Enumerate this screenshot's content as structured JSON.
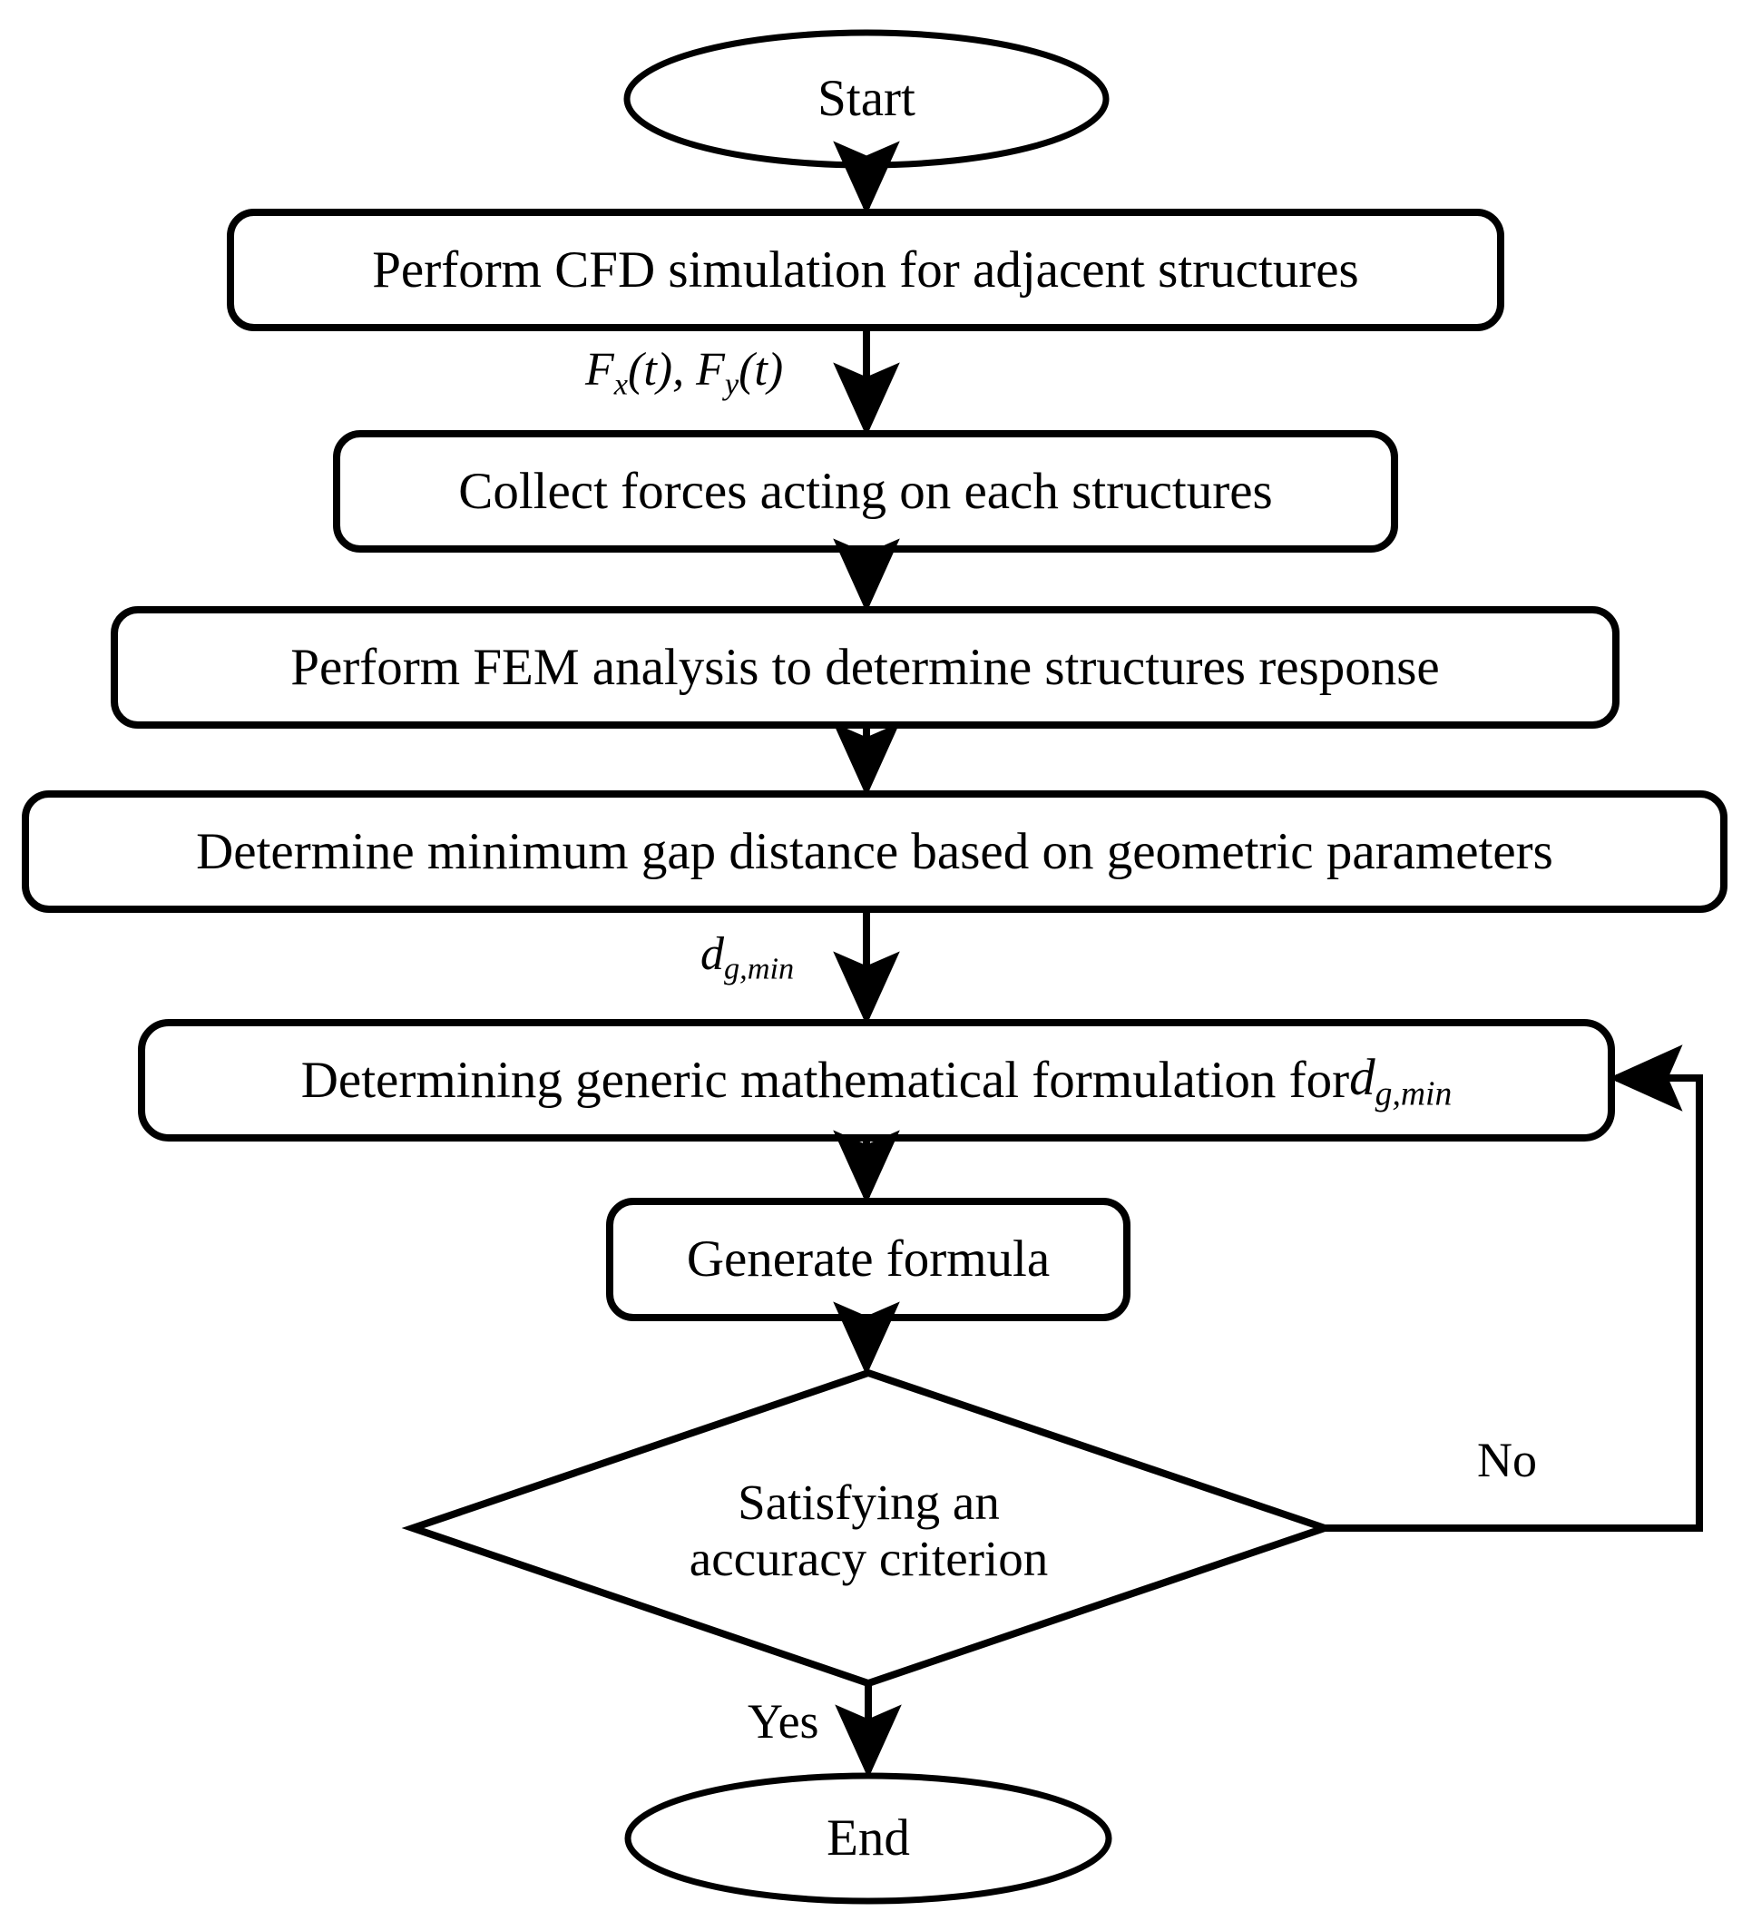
{
  "diagram": {
    "type": "flowchart",
    "title": "Methodology flowchart for determining minimum gap distance",
    "orientation": "top-to-bottom",
    "background_color": "#ffffff",
    "stroke_color": "#000000",
    "fill_color": "#ffffff"
  },
  "nodes": {
    "start": {
      "id": "start",
      "shape": "ellipse",
      "label": "Start"
    },
    "cfd": {
      "id": "cfd",
      "shape": "rounded-rectangle",
      "label": "Perform CFD simulation for adjacent structures"
    },
    "collect": {
      "id": "collect",
      "shape": "rounded-rectangle",
      "label": "Collect forces acting on each structures"
    },
    "fem": {
      "id": "fem",
      "shape": "rounded-rectangle",
      "label": "Perform FEM analysis to determine structures response"
    },
    "gap": {
      "id": "gap",
      "shape": "rounded-rectangle",
      "label": "Determine minimum gap distance based on geometric parameters"
    },
    "formulation": {
      "id": "formulation",
      "shape": "rounded-rectangle",
      "label_prefix": "Determining generic mathematical formulation for ",
      "label_symbol": "d",
      "label_subscript": "g,min"
    },
    "generate": {
      "id": "generate",
      "shape": "rounded-rectangle",
      "label": "Generate formula"
    },
    "decision": {
      "id": "decision",
      "shape": "diamond",
      "label_line1": "Satisfying an",
      "label_line2": "accuracy criterion"
    },
    "end": {
      "id": "end",
      "shape": "ellipse",
      "label": "End"
    }
  },
  "edge_labels": {
    "forces": {
      "symbol1": "F",
      "sub1": "x",
      "arg1": "(t), ",
      "symbol2": "F",
      "sub2": "y",
      "arg2": "(t)"
    },
    "gap_symbol": {
      "symbol": "d",
      "subscript": "g,min"
    },
    "no": "No",
    "yes": "Yes"
  },
  "edges": [
    {
      "from": "start",
      "to": "cfd",
      "label": ""
    },
    {
      "from": "cfd",
      "to": "collect",
      "label": "Fx(t), Fy(t)"
    },
    {
      "from": "collect",
      "to": "fem",
      "label": ""
    },
    {
      "from": "fem",
      "to": "gap",
      "label": ""
    },
    {
      "from": "gap",
      "to": "formulation",
      "label": "dg,min"
    },
    {
      "from": "formulation",
      "to": "generate",
      "label": ""
    },
    {
      "from": "generate",
      "to": "decision",
      "label": ""
    },
    {
      "from": "decision",
      "to": "formulation",
      "label": "No"
    },
    {
      "from": "decision",
      "to": "end",
      "label": "Yes"
    }
  ]
}
